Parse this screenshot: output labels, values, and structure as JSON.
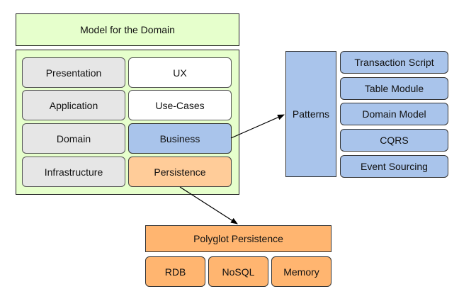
{
  "model": {
    "title": "Model for the Domain"
  },
  "layers": [
    {
      "layer": "Presentation",
      "concern": "UX"
    },
    {
      "layer": "Application",
      "concern": "Use-Cases"
    },
    {
      "layer": "Domain",
      "concern": "Business"
    },
    {
      "layer": "Infrastructure",
      "concern": "Persistence"
    }
  ],
  "patterns": {
    "title": "Patterns",
    "items": [
      "Transaction Script",
      "Table Module",
      "Domain Model",
      "CQRS",
      "Event Sourcing"
    ]
  },
  "polyglot": {
    "title": "Polyglot Persistence",
    "stores": [
      "RDB",
      "NoSQL",
      "Memory"
    ]
  },
  "colors": {
    "frame_green": "#e6ffcc",
    "layer_gray": "#e6e6e6",
    "business_blue": "#a9c4eb",
    "persistence_peach": "#ffcc99",
    "polyglot_orange": "#ffb570"
  }
}
